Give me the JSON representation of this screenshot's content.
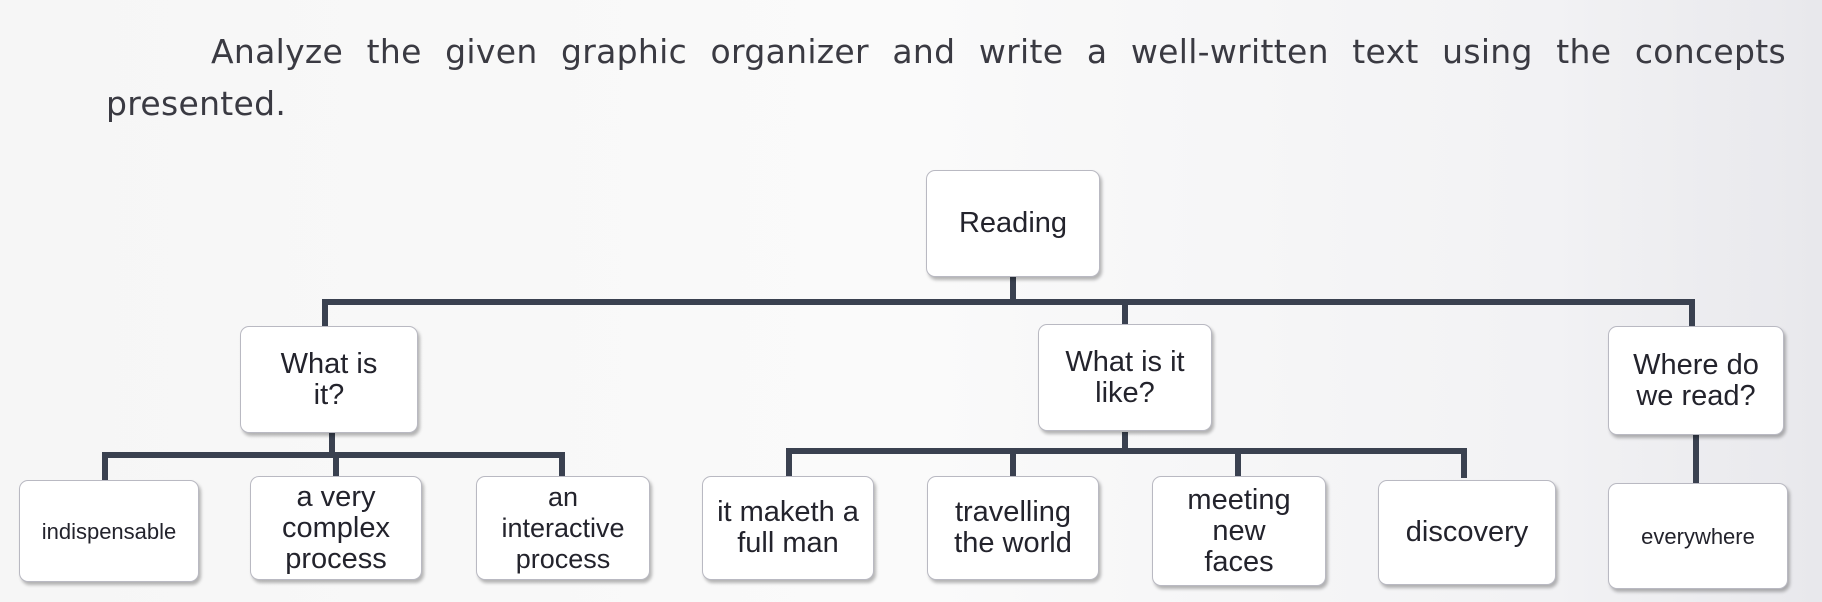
{
  "instructions": "Analyze the given graphic organizer and write a well-written text using the concepts presented.",
  "root": "Reading",
  "categories": {
    "what": "What is it?",
    "like": "What is it like?",
    "where": "Where do we read?"
  },
  "leaves": {
    "indispensable": "indispensable",
    "complex": "a very complex process",
    "interactive": "an interactive process",
    "maketh": "it maketh a full man",
    "travelling": "travelling the world",
    "meeting": "meeting new faces",
    "discovery": "discovery",
    "everywhere": "everywhere"
  },
  "colors": {
    "connector": "#3a4150",
    "node_border": "#b9b9c2"
  }
}
